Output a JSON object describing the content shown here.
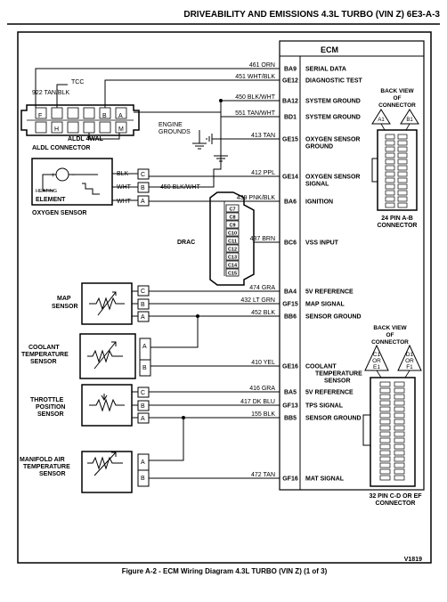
{
  "header": {
    "title": "DRIVEABILITY AND EMISSIONS 4.3L TURBO (VIN Z)  6E3-A-3"
  },
  "ecm": {
    "label": "ECM",
    "pins": [
      {
        "wire": "461 ORN",
        "pin": "BA9",
        "function": "SERIAL DATA"
      },
      {
        "wire": "451 WHT/BLK",
        "pin": "GE12",
        "function": "DIAGNOSTIC TEST"
      },
      {
        "wire": "450 BLK/WHT",
        "pin": "BA12",
        "function": "SYSTEM GROUND"
      },
      {
        "wire": "551 TAN/WHT",
        "pin": "BD1",
        "function": "SYSTEM GROUND"
      },
      {
        "wire": "413 TAN",
        "pin": "GE15",
        "function": "OXYGEN SENSOR",
        "function2": "GROUND"
      },
      {
        "wire": "412 PPL",
        "pin": "GE14",
        "function": "OXYGEN SENSOR",
        "function2": "SIGNAL"
      },
      {
        "wire": "439 PNK/BLK",
        "pin": "BA6",
        "function": "IGNITION"
      },
      {
        "wire": "437 BRN",
        "pin": "BC6",
        "function": "VSS INPUT"
      },
      {
        "wire": "474 GRA",
        "pin": "BA4",
        "function": "5V REFERENCE"
      },
      {
        "wire": "432 LT GRN",
        "pin": "GF15",
        "function": "MAP SIGNAL"
      },
      {
        "wire": "452 BLK",
        "pin": "BB6",
        "function": "SENSOR GROUND"
      },
      {
        "wire": "410 YEL",
        "pin": "GE16",
        "function": "COOLANT",
        "function2": "TEMPERATURE",
        "function3": "SENSOR"
      },
      {
        "wire": "416 GRA",
        "pin": "BA5",
        "function": "5V REFERENCE"
      },
      {
        "wire": "417 DK BLU",
        "pin": "GF13",
        "function": "TPS SIGNAL"
      },
      {
        "wire": "155 BLK",
        "pin": "BB5",
        "function": "SENSOR GROUND"
      },
      {
        "wire": "472 TAN",
        "pin": "GF16",
        "function": "MAT SIGNAL"
      }
    ]
  },
  "aldl": {
    "tcc_label": "TCC",
    "wire_922": "922 TAN/BLK",
    "pins": [
      "F",
      "H",
      "B",
      "A",
      "M"
    ],
    "wire_4wal": "ALDL 4WAL",
    "connector_label": "ALDL CONNECTOR"
  },
  "engine_grounds": {
    "line1": "ENGINE",
    "line2": "GROUNDS"
  },
  "oxygen_sensor": {
    "wires": [
      "BLK",
      "WHT",
      "WHT"
    ],
    "pins": [
      "C",
      "B",
      "A"
    ],
    "wire_450": "450 BLK/WHT",
    "heating_line1": "HEATING",
    "heating_line2": "ELEMENT",
    "label": "OXYGEN SENSOR"
  },
  "drac": {
    "label": "DRAC",
    "cells": [
      "C7",
      "C8",
      "C9",
      "C10",
      "C11",
      "C12",
      "C13",
      "C14",
      "C15"
    ]
  },
  "map_sensor": {
    "line1": "MAP",
    "line2": "SENSOR",
    "pins": [
      "C",
      "B",
      "A"
    ]
  },
  "coolant_sensor": {
    "line1": "COOLANT",
    "line2": "TEMPERATURE",
    "line3": "SENSOR",
    "pins": [
      "A",
      "B"
    ]
  },
  "throttle_sensor": {
    "line1": "THROTTLE",
    "line2": "POSITION",
    "line3": "SENSOR",
    "pins": [
      "C",
      "B",
      "A"
    ]
  },
  "mat_sensor": {
    "line1": "MANIFOLD AIR",
    "line2": "TEMPERATURE",
    "line3": "SENSOR",
    "pins": [
      "A",
      "B"
    ]
  },
  "connector_ab": {
    "back_view": [
      "BACK VIEW",
      "OF",
      "CONNECTOR"
    ],
    "pin_a1": "A1",
    "pin_b1": "B1",
    "caption1": "24 PIN A-B",
    "caption2": "CONNECTOR"
  },
  "connector_cd": {
    "back_view": [
      "BACK VIEW",
      "OF",
      "CONNECTOR"
    ],
    "left": [
      "C1",
      "OR",
      "E1"
    ],
    "right": [
      "D1",
      "OR",
      "F1"
    ],
    "caption1": "32 PIN C-D OR EF",
    "caption2": "CONNECTOR"
  },
  "code": "V1819",
  "caption": "Figure A-2 - ECM Wiring Diagram 4.3L TURBO (VIN Z) (1 of 3)"
}
